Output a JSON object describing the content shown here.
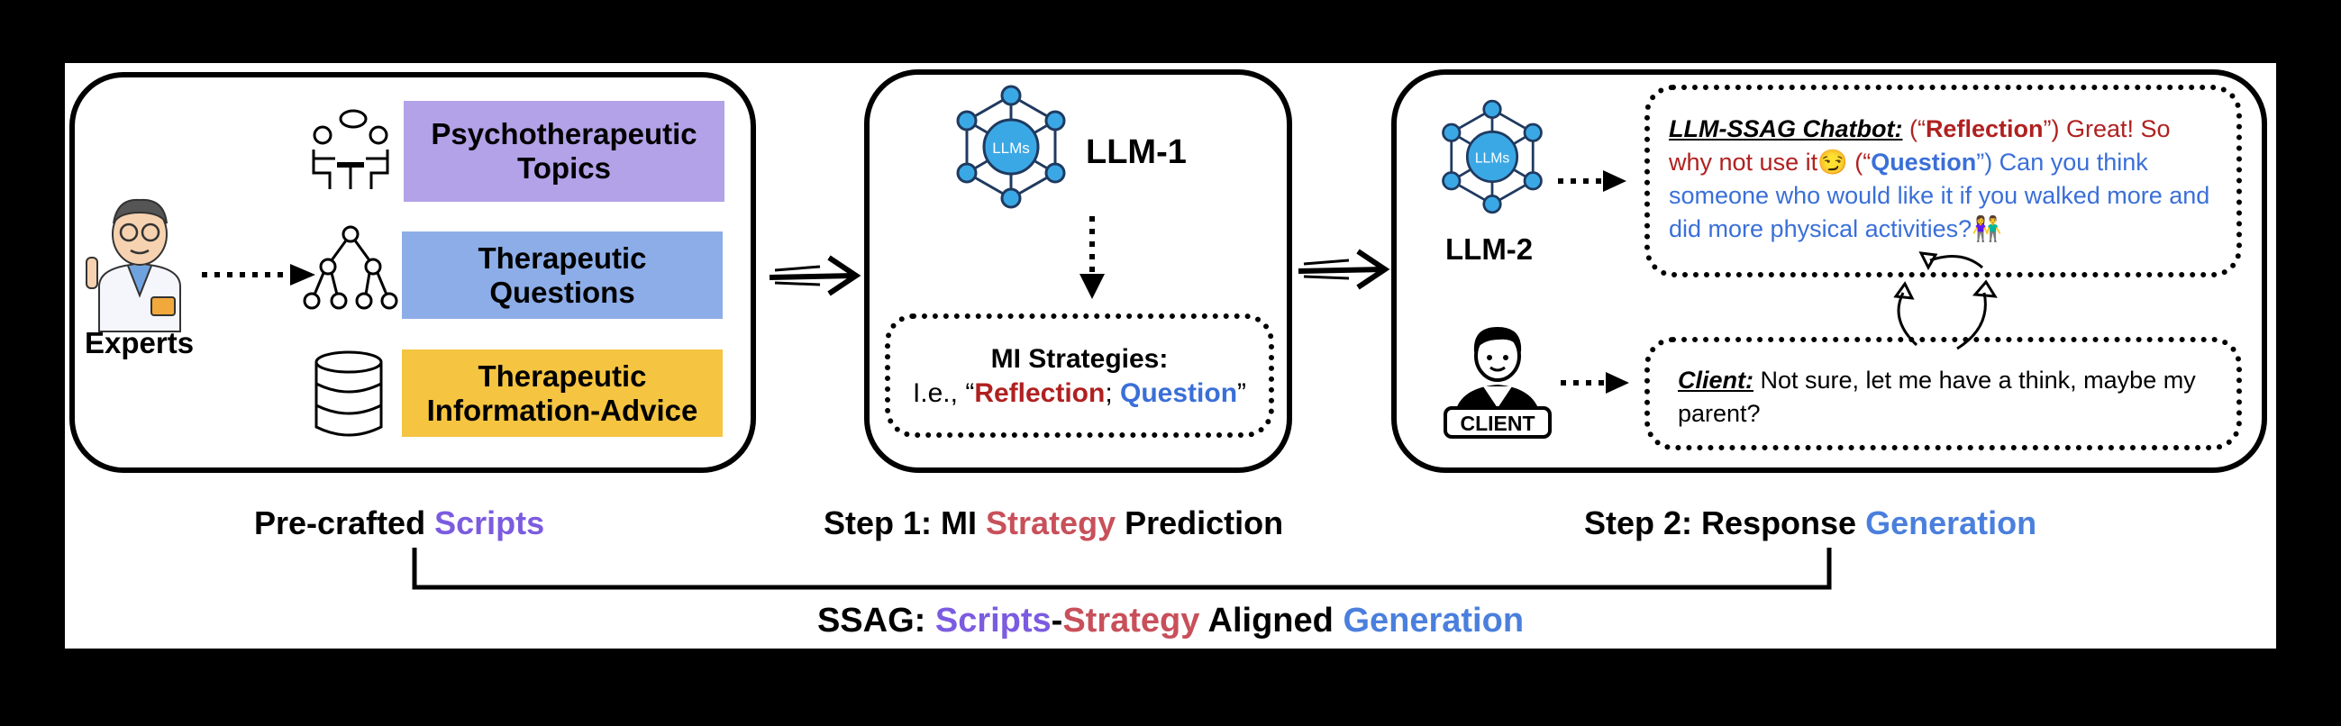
{
  "panel1": {
    "experts_label": "Experts",
    "boxes": [
      {
        "label": "Psychotherapeutic Topics",
        "color": "#b3a2e8"
      },
      {
        "label": "Therapeutic Questions",
        "color": "#8cade8"
      },
      {
        "label": "Therapeutic Information-Advice",
        "color": "#f5c441"
      }
    ],
    "caption_a": "Pre-crafted ",
    "caption_b": "Scripts"
  },
  "panel2": {
    "llm_icon_text": "LLMs",
    "llm_label": "LLM-1",
    "strategies_title": "MI Strategies:",
    "strategies_prefix": "I.e., “",
    "strategy_1": "Reflection",
    "strategies_sep": "; ",
    "strategy_2": "Question",
    "strategies_suffix": "”",
    "caption_a": "Step 1: MI ",
    "caption_b": "Strategy",
    "caption_c": " Prediction"
  },
  "panel3": {
    "llm_icon_text": "LLMs",
    "llm_label": "LLM-2",
    "client_badge": "CLIENT",
    "chatbot_name": "LLM-SSAG Chatbot:",
    "chatbot_p1": " (“",
    "chatbot_tag1": "Reflection",
    "chatbot_p2": "”) Great! So why not use it😏 (“",
    "chatbot_tag2": "Question",
    "chatbot_p3": "”) Can you think someone who would like it if you walked more and did more physical activities?👫",
    "client_name": "Client:",
    "client_text": " Not sure, let me have a think, maybe my parent?",
    "caption_a": "Step 2: Response ",
    "caption_b": "Generation"
  },
  "bottom": {
    "t1": "SSAG: ",
    "t2": "Scripts",
    "t3": "-",
    "t4": "Strategy",
    "t5": " Aligned ",
    "t6": "Generation"
  },
  "colors": {
    "scripts": "#7b5ce0",
    "strategy": "#c8505a",
    "generation": "#4a7fdd",
    "llm_node": "#3ba8e6"
  }
}
